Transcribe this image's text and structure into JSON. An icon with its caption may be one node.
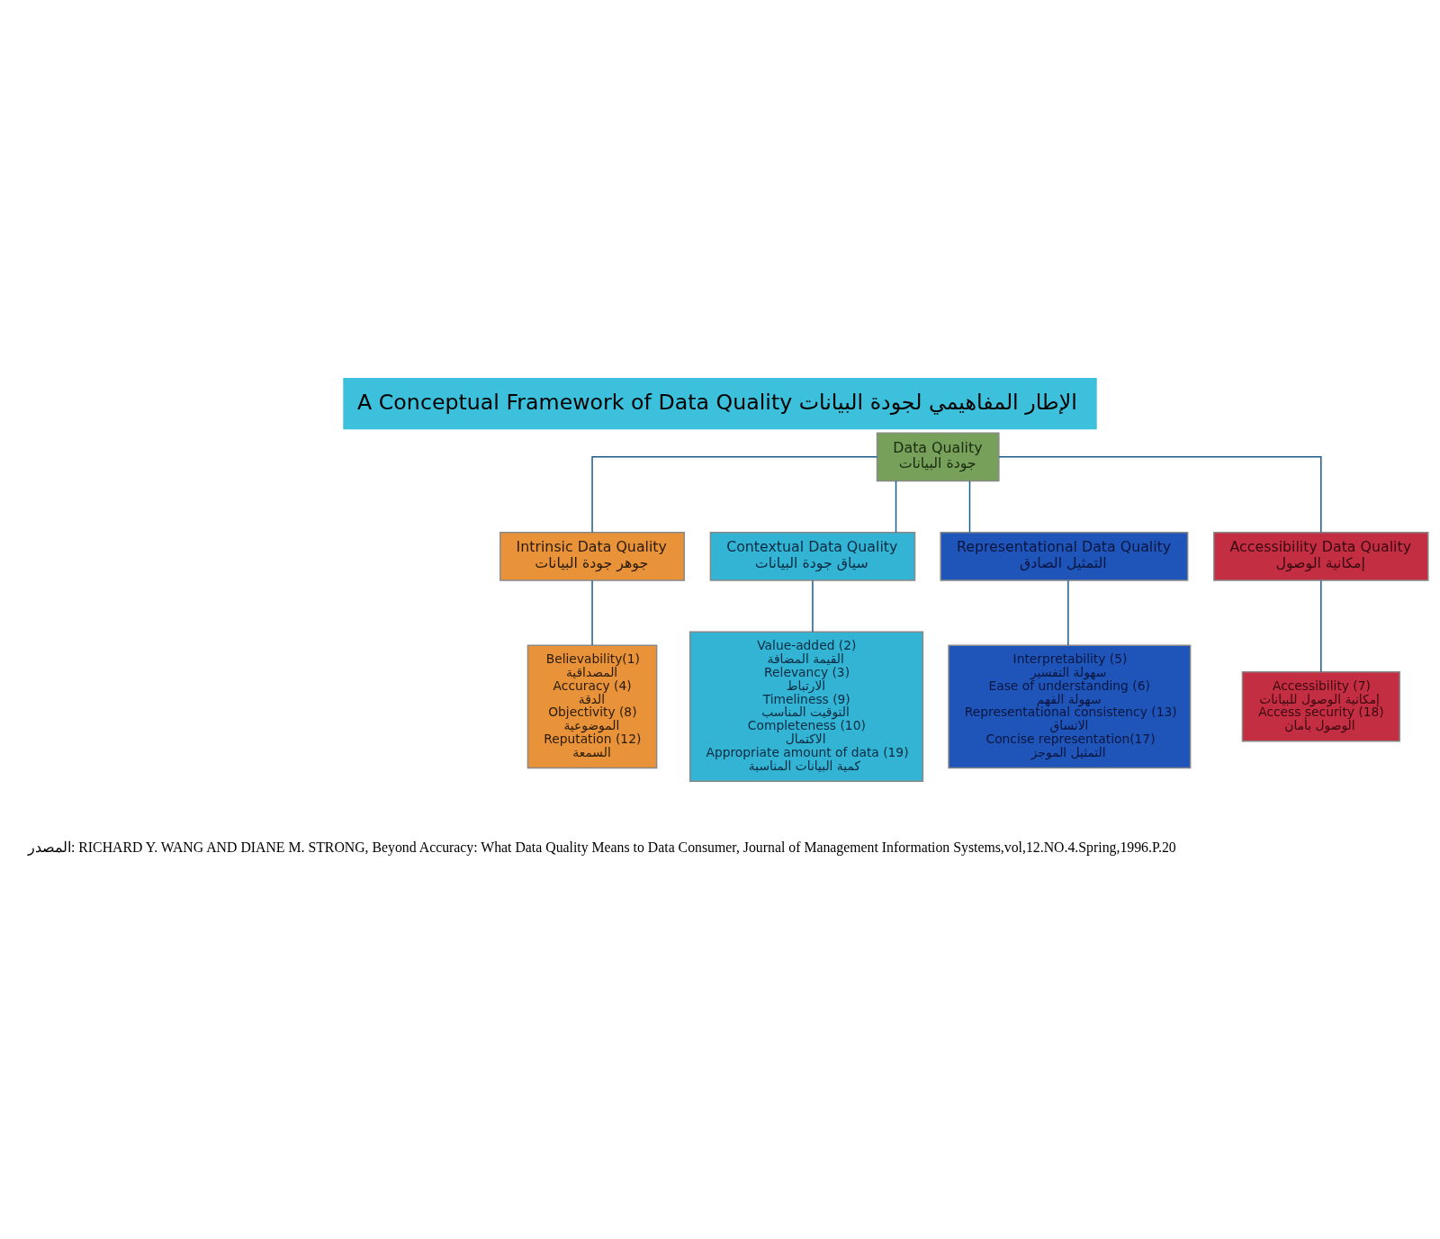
{
  "diagram": {
    "title": "A Conceptual Framework of Data Quality الإطار المفاهيمي لجودة البيانات",
    "caption": "المصدر: RICHARD Y. WANG AND DIANE M. STRONG, Beyond Accuracy: What Data Quality Means to Data Consumer, Journal of Management Information Systems,vol,12.NO.4.Spring,1996.P.20",
    "nodes": [
      {
        "text": [
          "Data Quality",
          "جودة البيانات"
        ]
      },
      {
        "text": [
          "Intrinsic Data Quality",
          "جوهر جودة البيانات"
        ]
      },
      {
        "text": [
          "Contextual Data Quality",
          "سياق جودة البيانات"
        ]
      },
      {
        "text": [
          "Representational Data Quality",
          "التمثيل الصادق"
        ]
      },
      {
        "text": [
          "Accessibility Data Quality",
          "إمكانية الوصول"
        ]
      },
      {
        "text": [
          "Believability(1)",
          "المصداقية",
          "Accuracy (4)",
          "الدقة",
          "Objectivity (8)",
          "الموضوعية",
          "Reputation (12)",
          "السمعة"
        ]
      },
      {
        "text": [
          "Value-added (2)",
          "القيمة المضافة",
          "Relevancy (3)",
          "الارتباط",
          "Timeliness (9)",
          "التوقيت المناسب",
          "Completeness (10)",
          "الاكتمال",
          "Appropriate amount of data (19)",
          "كمية البيانات المناسبة"
        ]
      },
      {
        "text": [
          "Interpretability (5)",
          "سهولة التفسير",
          "Ease of understanding (6)",
          "سهولة الفهم",
          "Representational consistency (13)",
          "الاتساق",
          "Concise representation(17)",
          "التمثيل الموجز"
        ]
      },
      {
        "text": [
          "Accessibility (7)",
          "إمكانية الوصول للبيانات",
          "Access security (18)",
          "الوصول بأمان"
        ]
      }
    ],
    "edges": [
      {
        "from": 0,
        "to": 1,
        "arrow": "none"
      },
      {
        "from": 0,
        "to": 2,
        "arrow": "none"
      },
      {
        "from": 0,
        "to": 3,
        "arrow": "none"
      },
      {
        "from": 0,
        "to": 4,
        "arrow": "none"
      },
      {
        "from": 1,
        "to": 5,
        "arrow": "none"
      },
      {
        "from": 2,
        "to": 6,
        "arrow": "none"
      },
      {
        "from": 3,
        "to": 7,
        "arrow": "none"
      },
      {
        "from": 4,
        "to": 8,
        "arrow": "none"
      }
    ]
  }
}
